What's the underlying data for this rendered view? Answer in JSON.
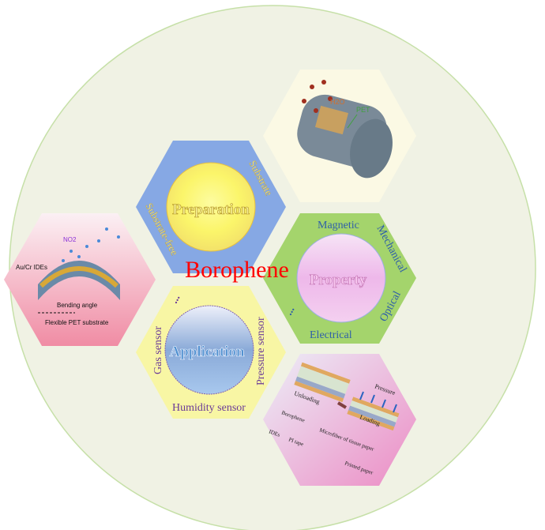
{
  "center_title": "Borophene",
  "preparation": {
    "title": "Preparation",
    "items": [
      "Substrate",
      "Substrate-free"
    ]
  },
  "property": {
    "title": "Property",
    "items": [
      "Magnetic",
      "Mechanical",
      "Optical",
      "Electrical",
      "..."
    ]
  },
  "application": {
    "title": "Application",
    "items": [
      "...",
      "Gas sensor",
      "Pressure sensor",
      "Humidity sensor"
    ]
  },
  "panel_humidity": {
    "labels": [
      "H2O",
      "PET"
    ]
  },
  "panel_gas": {
    "labels": [
      "NO2",
      "Au/Cr IDEs",
      "Bending angle",
      "Flexible PET substrate"
    ]
  },
  "panel_pressure": {
    "labels": [
      "Unloading",
      "Loading",
      "Pressure",
      "Borophene",
      "IDEs",
      "PI tape",
      "Microfiber of tissue paper",
      "Printed paper"
    ]
  },
  "colors": {
    "background_circle": "#f0f2e4",
    "preparation_hex": "#86a8e4",
    "property_hex": "#a4d46c",
    "application_hex": "#f8f6a4",
    "title": "#ff0000"
  }
}
